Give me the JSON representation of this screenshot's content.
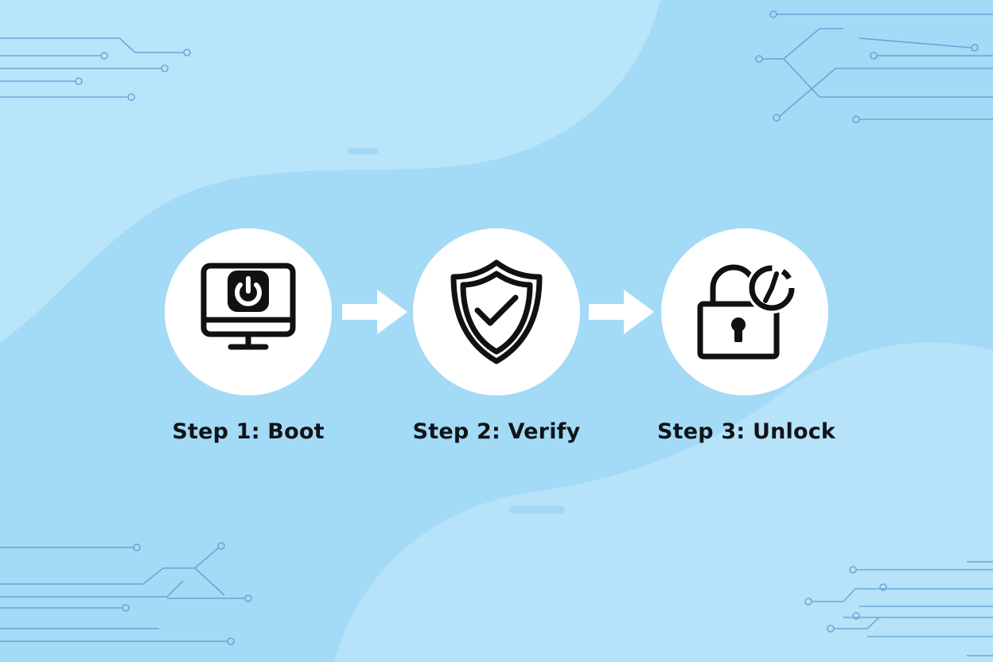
{
  "steps": [
    {
      "label": "Step 1: Boot",
      "icon": "monitor-power-icon"
    },
    {
      "label": "Step 2: Verify",
      "icon": "shield-check-icon"
    },
    {
      "label": "Step 3: Unlock",
      "icon": "padlock-clock-icon"
    }
  ],
  "colors": {
    "background": "#a6dcf7",
    "background_light": "#bfe7fb",
    "circle": "#ffffff",
    "icon": "#111111",
    "arrow": "#ffffff",
    "circuit": "#5c9fd1",
    "text": "#111418"
  }
}
